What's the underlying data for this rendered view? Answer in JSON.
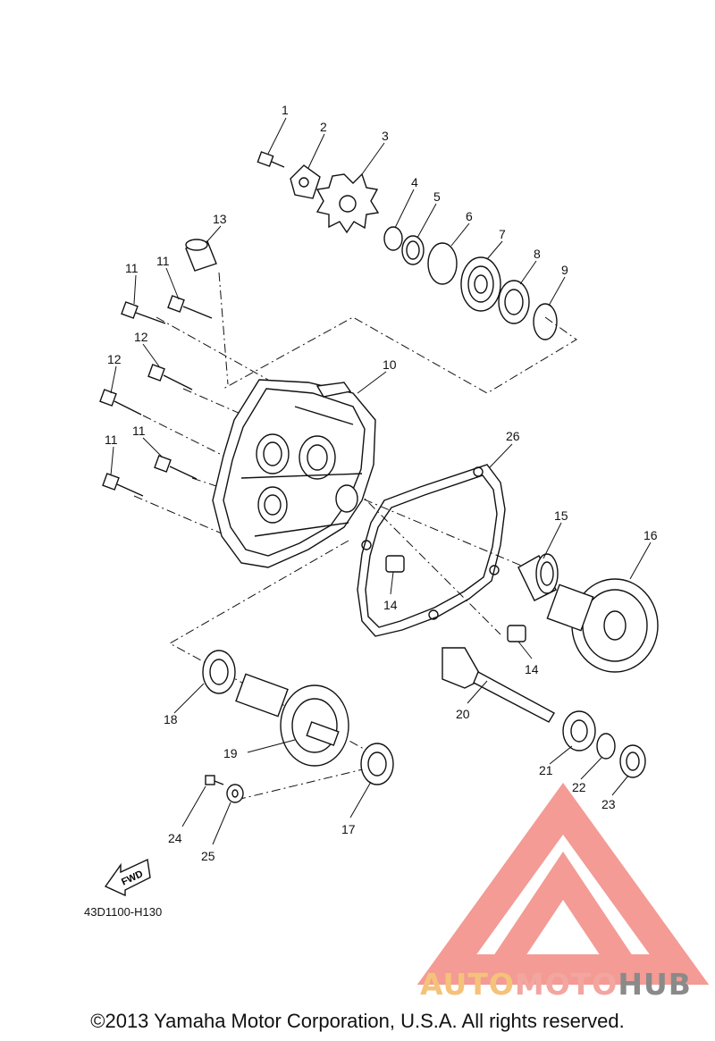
{
  "diagram": {
    "figure_code": "43D1100-H130",
    "fwd_label": "FWD",
    "copyright": "©2013 Yamaha Motor Corporation, U.S.A. All rights reserved.",
    "callouts": [
      "1",
      "2",
      "3",
      "4",
      "5",
      "6",
      "7",
      "8",
      "9",
      "10",
      "11",
      "11",
      "11",
      "11",
      "12",
      "12",
      "13",
      "14",
      "14",
      "15",
      "16",
      "17",
      "18",
      "19",
      "20",
      "21",
      "22",
      "23",
      "24",
      "25",
      "26"
    ],
    "watermark": {
      "part1": "AUTO",
      "part2": "MOTO",
      "part3": "HUB",
      "color1": "#f5c27a",
      "color2": "#f3a6a0",
      "color3": "#8a8a8a",
      "logo_color": "#f28a82"
    }
  }
}
